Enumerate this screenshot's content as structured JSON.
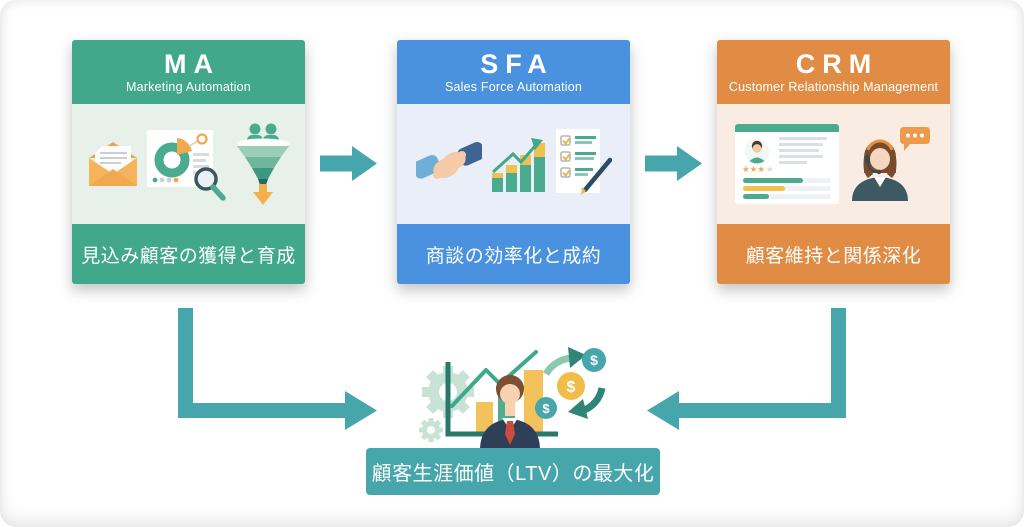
{
  "page": {
    "background_color": "#FFFFFF"
  },
  "diagram": {
    "arrow_color": "#47A6AB",
    "cards": [
      {
        "id": "ma",
        "title": "MA",
        "subtitle": "Marketing Automation",
        "caption": "見込み顧客の獲得と育成",
        "accent_color": "#41A88B",
        "body_color": "#E7F1EA",
        "icons": [
          "open-envelope-icon",
          "analytics-report-icon",
          "lead-funnel-icon"
        ]
      },
      {
        "id": "sfa",
        "title": "SFA",
        "subtitle": "Sales Force Automation",
        "caption": "商談の効率化と成約",
        "accent_color": "#4A92E0",
        "body_color": "#E9EEF8",
        "icons": [
          "handshake-icon",
          "growth-bar-chart-icon",
          "contract-checklist-icon"
        ]
      },
      {
        "id": "crm",
        "title": "CRM",
        "subtitle": "Customer Relationship Management",
        "caption": "顧客維持と関係深化",
        "accent_color": "#E18C45",
        "body_color": "#F8ECE3",
        "icons": [
          "customer-profile-card-icon",
          "support-agent-icon"
        ]
      }
    ],
    "arrows": [
      {
        "from": "ma",
        "to": "sfa"
      },
      {
        "from": "sfa",
        "to": "crm"
      },
      {
        "from": "ma",
        "to": "ltv"
      },
      {
        "from": "crm",
        "to": "ltv"
      }
    ],
    "result": {
      "label": "顧客生涯価値（LTV）の最大化",
      "bg_color": "#47A6AB",
      "text_color": "#FFFFFF",
      "illustration": "ltv-growth-illustration"
    }
  }
}
